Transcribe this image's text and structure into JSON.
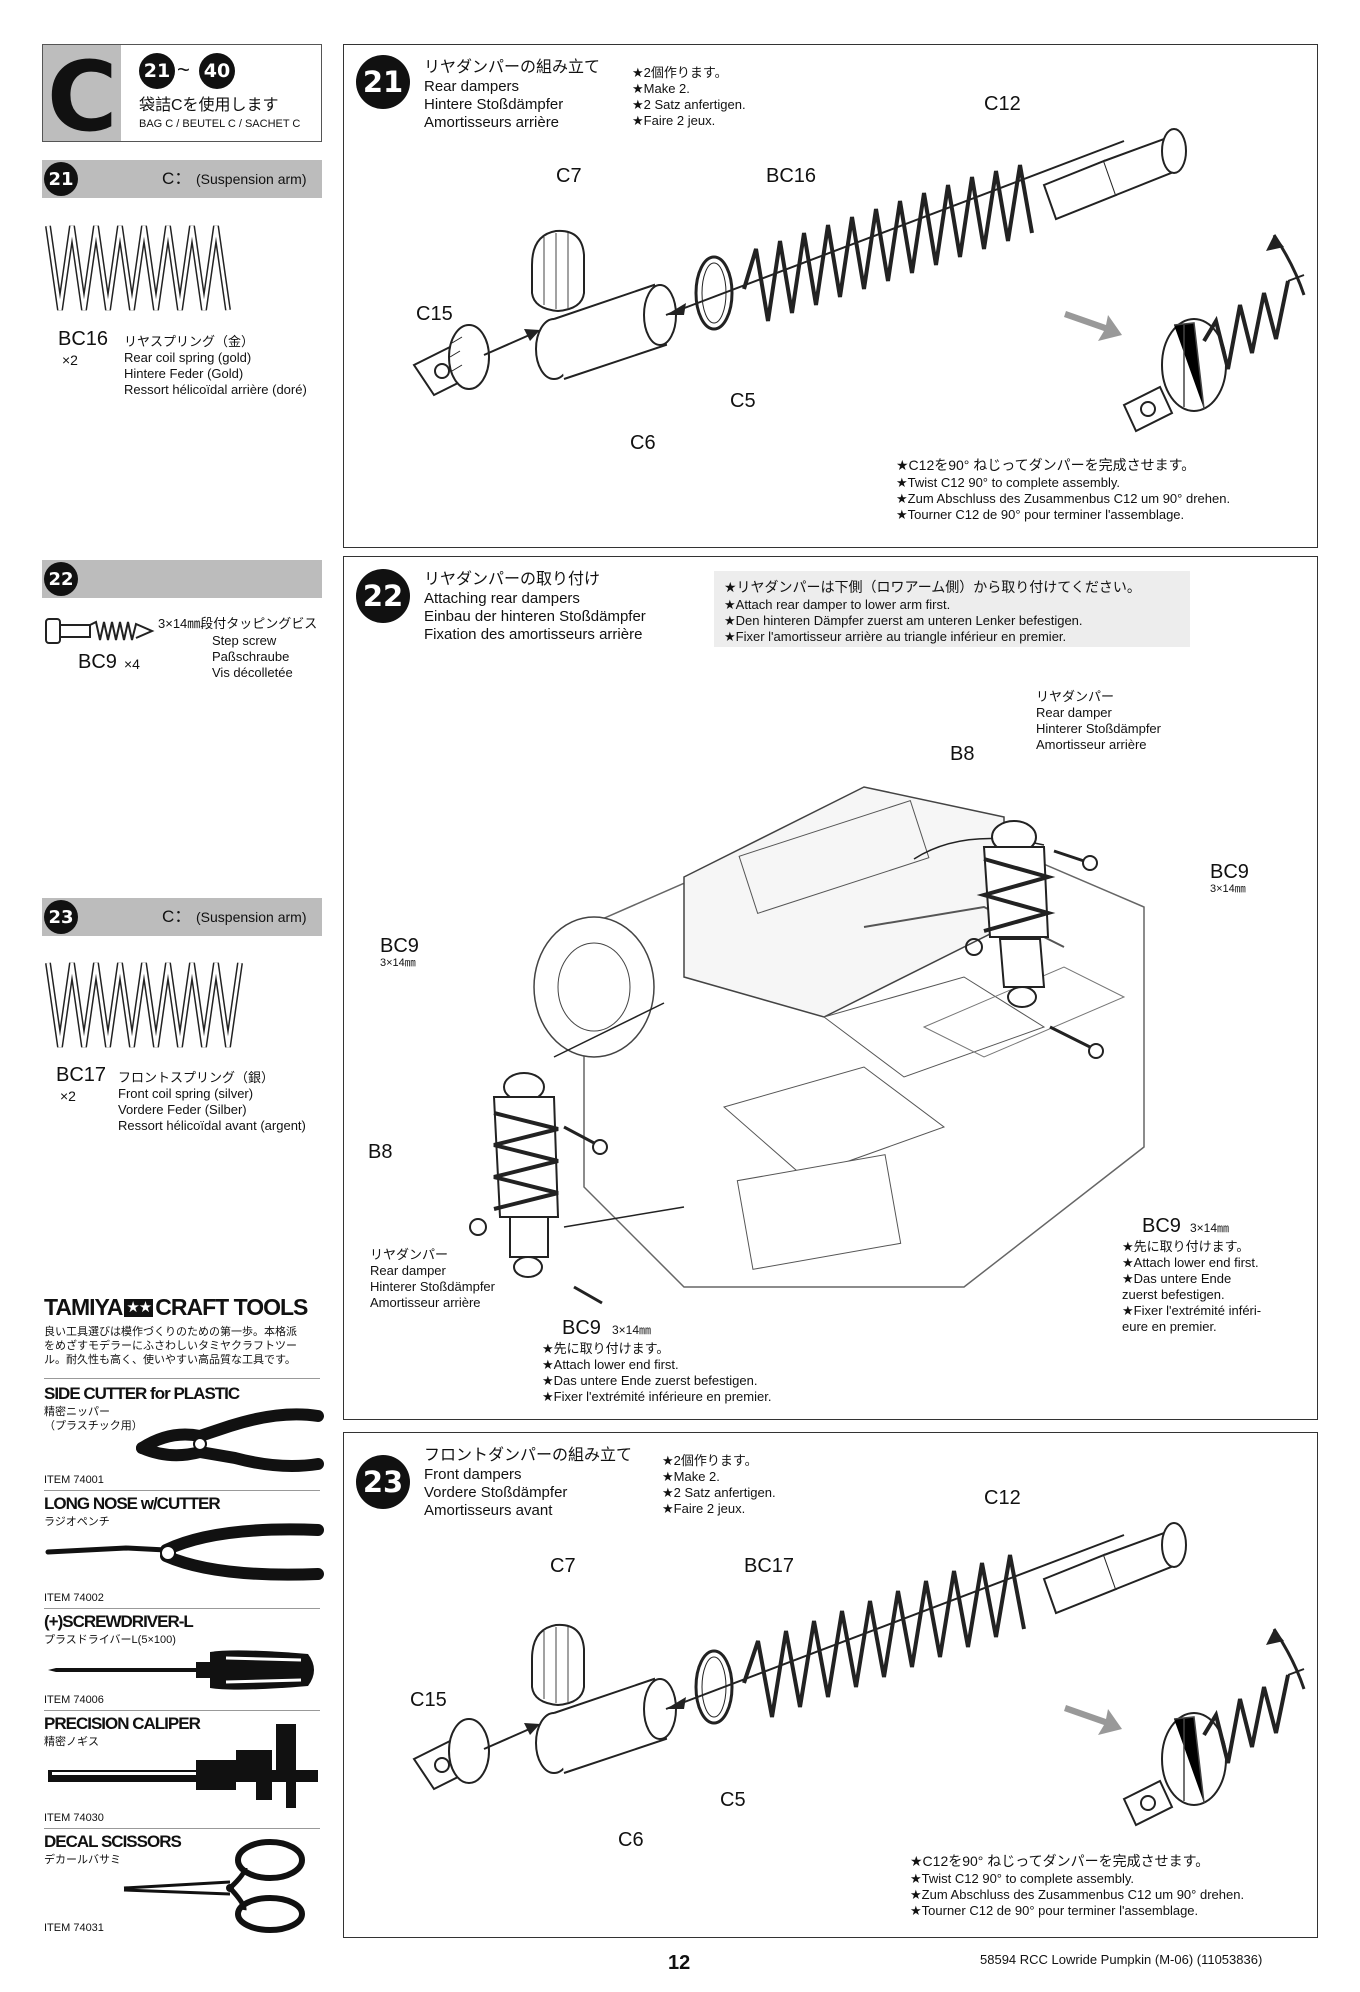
{
  "bag": {
    "letter": "C",
    "range_start": "21",
    "range_sep": "~",
    "range_end": "40",
    "use_ja": "袋詰Cを使用します",
    "use_multi": "BAG C / BEUTEL C / SACHET C"
  },
  "sidebar": {
    "s21": {
      "num": "21",
      "header": "C：",
      "header_sub": "(Suspension arm)",
      "part": "BC16",
      "qty": "×2",
      "names": [
        "リヤスプリング（金）",
        "Rear coil spring (gold)",
        "Hintere Feder (Gold)",
        "Ressort hélicoïdal arrière (doré)"
      ]
    },
    "s22": {
      "num": "22",
      "part": "BC9",
      "qty": "×4",
      "names": [
        "3×14㎜段付タッピングビス",
        "Step screw",
        "Paßschraube",
        "Vis décolletée"
      ]
    },
    "s23": {
      "num": "23",
      "header": "C：",
      "header_sub": "(Suspension arm)",
      "part": "BC17",
      "qty": "×2",
      "names": [
        "フロントスプリング（銀）",
        "Front coil spring (silver)",
        "Vordere Feder (Silber)",
        "Ressort hélicoïdal avant (argent)"
      ]
    }
  },
  "tools": {
    "brand_left": "TAMIYA",
    "brand_right": "CRAFT TOOLS",
    "intro": [
      "良い工具選びは模作づくりのための第一歩。本格派",
      "をめざすモデラーにふさわしいタミヤクラフトツー",
      "ル。耐久性も高く、使いやすい高品質な工具です。"
    ],
    "items": [
      {
        "name": "SIDE CUTTER for PLASTIC",
        "ja": [
          "精密ニッパー",
          "（プラスチック用）"
        ],
        "item": "ITEM 74001"
      },
      {
        "name": "LONG NOSE w/CUTTER",
        "ja": [
          "ラジオペンチ"
        ],
        "item": "ITEM 74002"
      },
      {
        "name": "(+)SCREWDRIVER-L",
        "ja": [
          "プラスドライバーL(5×100)"
        ],
        "item": "ITEM 74006"
      },
      {
        "name": "PRECISION CALIPER",
        "ja": [
          "精密ノギス"
        ],
        "item": "ITEM 74030"
      },
      {
        "name": "DECAL SCISSORS",
        "ja": [
          "デカールバサミ"
        ],
        "item": "ITEM 74031"
      }
    ]
  },
  "step21": {
    "num": "21",
    "title": [
      "リヤダンパーの組み立て",
      "Rear dampers",
      "Hintere Stoßdämpfer",
      "Amortisseurs arrière"
    ],
    "make": [
      "★2個作ります。",
      "★Make 2.",
      "★2 Satz anfertigen.",
      "★Faire 2 jeux."
    ],
    "labels": {
      "c12": "C12",
      "c7": "C7",
      "bc16": "BC16",
      "c15": "C15",
      "c5": "C5",
      "c6": "C6"
    },
    "note": [
      "★C12を90° ねじってダンパーを完成させます。",
      "★Twist C12 90° to complete assembly.",
      "★Zum Abschluss des Zusammenbus C12 um 90° drehen.",
      "★Tourner C12 de 90° pour terminer l'assemblage."
    ]
  },
  "step22": {
    "num": "22",
    "title": [
      "リヤダンパーの取り付け",
      "Attaching rear dampers",
      "Einbau der hinteren Stoßdämpfer",
      "Fixation des amortisseurs arrière"
    ],
    "note": [
      "★リヤダンパーは下側（ロワアーム側）から取り付けてください。",
      "★Attach rear damper to lower arm first.",
      "★Den hinteren Dämpfer zuerst am unteren Lenker befestigen.",
      "★Fixer l'amortisseur arrière au triangle inférieur en premier."
    ],
    "rd_right": [
      "リヤダンパー",
      "Rear damper",
      "Hinterer Stoßdämpfer",
      "Amortisseur arrière"
    ],
    "rd_left": [
      "リヤダンパー",
      "Rear damper",
      "Hinterer Stoßdämpfer",
      "Amortisseur arrière"
    ],
    "b8": "B8",
    "bc9": "BC9",
    "size": "3×14㎜",
    "first_left": [
      "★先に取り付けます。",
      "★Attach lower end first.",
      "★Das untere Ende zuerst befestigen.",
      "★Fixer l'extrémité inférieure en premier."
    ],
    "first_right": [
      "★先に取り付けます。",
      "★Attach lower end first.",
      "★Das untere Ende",
      "zuerst befestigen.",
      "★Fixer l'extrémité inféri-",
      "eure en premier."
    ]
  },
  "step23": {
    "num": "23",
    "title": [
      "フロントダンパーの組み立て",
      "Front dampers",
      "Vordere Stoßdämpfer",
      "Amortisseurs avant"
    ],
    "make": [
      "★2個作ります。",
      "★Make 2.",
      "★2 Satz anfertigen.",
      "★Faire 2 jeux."
    ],
    "labels": {
      "c12": "C12",
      "c7": "C7",
      "bc17": "BC17",
      "c15": "C15",
      "c5": "C5",
      "c6": "C6"
    },
    "note": [
      "★C12を90° ねじってダンパーを完成させます。",
      "★Twist C12 90° to complete assembly.",
      "★Zum Abschluss des Zusammenbus C12 um 90° drehen.",
      "★Tourner C12 de 90° pour terminer l'assemblage."
    ]
  },
  "footer": {
    "page": "12",
    "code": "58594 RCC  Lowride Pumpkin (M-06)  (11053836)"
  }
}
